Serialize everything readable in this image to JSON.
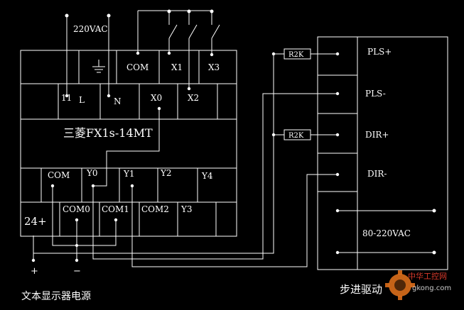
{
  "power": {
    "label": "220VAC"
  },
  "plc": {
    "model": "三菱FX1s-14MT",
    "top_row": {
      "ground": "⏚",
      "com": "COM",
      "x1": "X1",
      "x3": "X3"
    },
    "second_row": {
      "l1": "11",
      "l": "L",
      "n": "N",
      "x0": "X0",
      "x2": "X2"
    },
    "output_row": {
      "com": "COM",
      "y0": "Y0",
      "y1": "Y1",
      "y2": "Y2",
      "y4": "Y4"
    },
    "bottom_row": {
      "plus24": "24+",
      "com0": "COM0",
      "com1": "COM1",
      "com2": "COM2",
      "y3": "Y3"
    }
  },
  "resistors": {
    "r1": "R2K",
    "r2": "R2K"
  },
  "driver": {
    "pls_plus": "PLS+",
    "pls_minus": "PLS-",
    "dir_plus": "DIR+",
    "dir_minus": "DIR-",
    "power": "80-220VAC",
    "caption": "步进驱动"
  },
  "display_power": {
    "plus": "+",
    "minus": "−",
    "caption": "文本显示器电源"
  },
  "watermark": {
    "site": "gkong.com",
    "brand": "中华工控网"
  },
  "colors": {
    "background": "#000000",
    "line": "#ffffff",
    "watermark_orange": "#e8741c",
    "watermark_red": "#d93a2b"
  }
}
